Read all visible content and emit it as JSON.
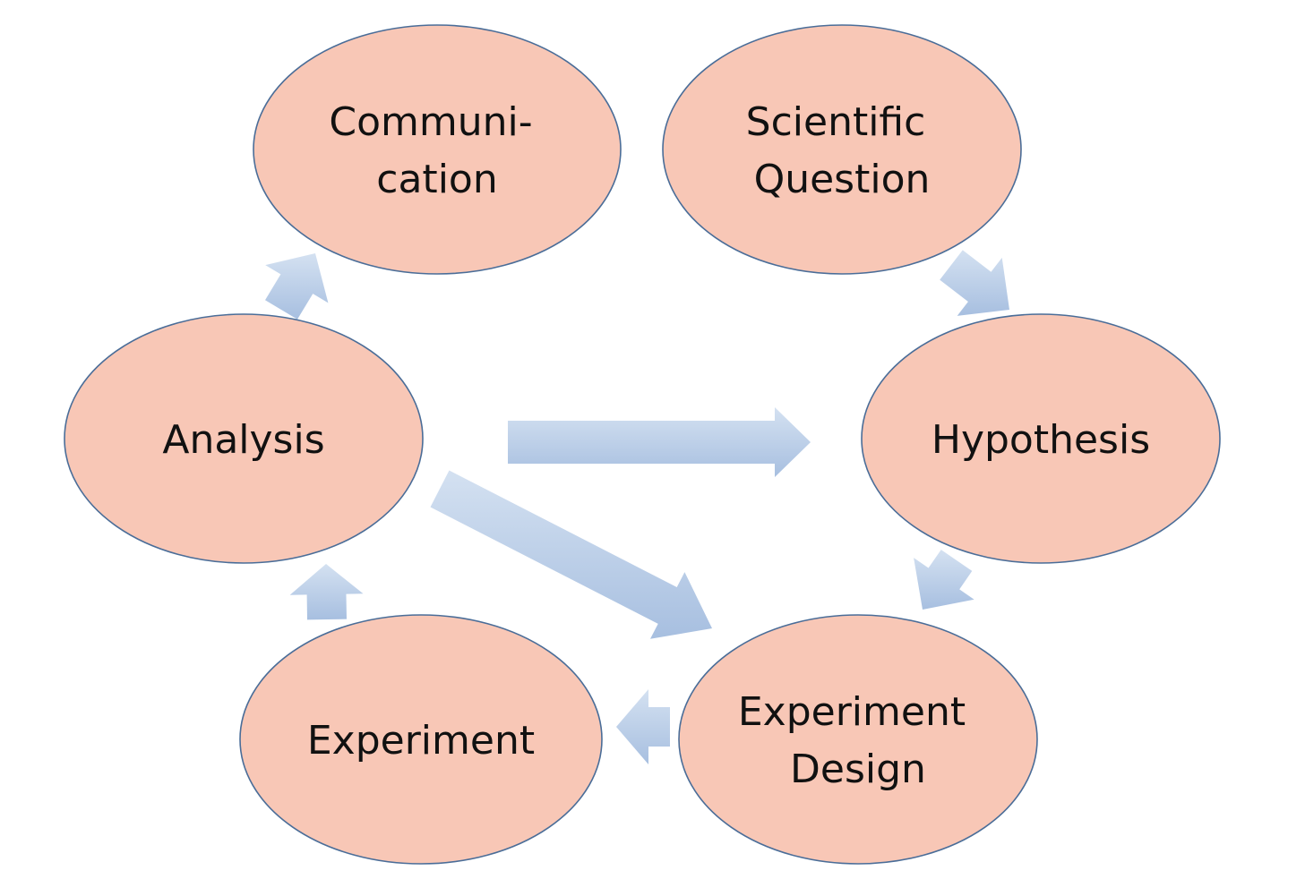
{
  "colors": {
    "node_fill": "#f8c7b6",
    "node_stroke": "#4a6d98",
    "arrow_fill_light": "#d4e1f1",
    "arrow_fill_dark": "#a7bfe0",
    "label_text": "#111111"
  },
  "nodes": [
    {
      "id": "communication",
      "lines": [
        "Communi-",
        "cation"
      ]
    },
    {
      "id": "scientific-question",
      "lines": [
        "Scientific",
        "Question"
      ]
    },
    {
      "id": "analysis",
      "lines": [
        "Analysis"
      ]
    },
    {
      "id": "hypothesis",
      "lines": [
        "Hypothesis"
      ]
    },
    {
      "id": "experiment",
      "lines": [
        "Experiment"
      ]
    },
    {
      "id": "experiment-design",
      "lines": [
        "Experiment",
        "Design"
      ]
    }
  ],
  "edges": [
    {
      "from": "scientific-question",
      "to": "hypothesis"
    },
    {
      "from": "hypothesis",
      "to": "experiment-design"
    },
    {
      "from": "experiment-design",
      "to": "experiment"
    },
    {
      "from": "experiment",
      "to": "analysis"
    },
    {
      "from": "analysis",
      "to": "communication"
    },
    {
      "from": "analysis",
      "to": "hypothesis"
    },
    {
      "from": "analysis",
      "to": "experiment-design"
    }
  ]
}
